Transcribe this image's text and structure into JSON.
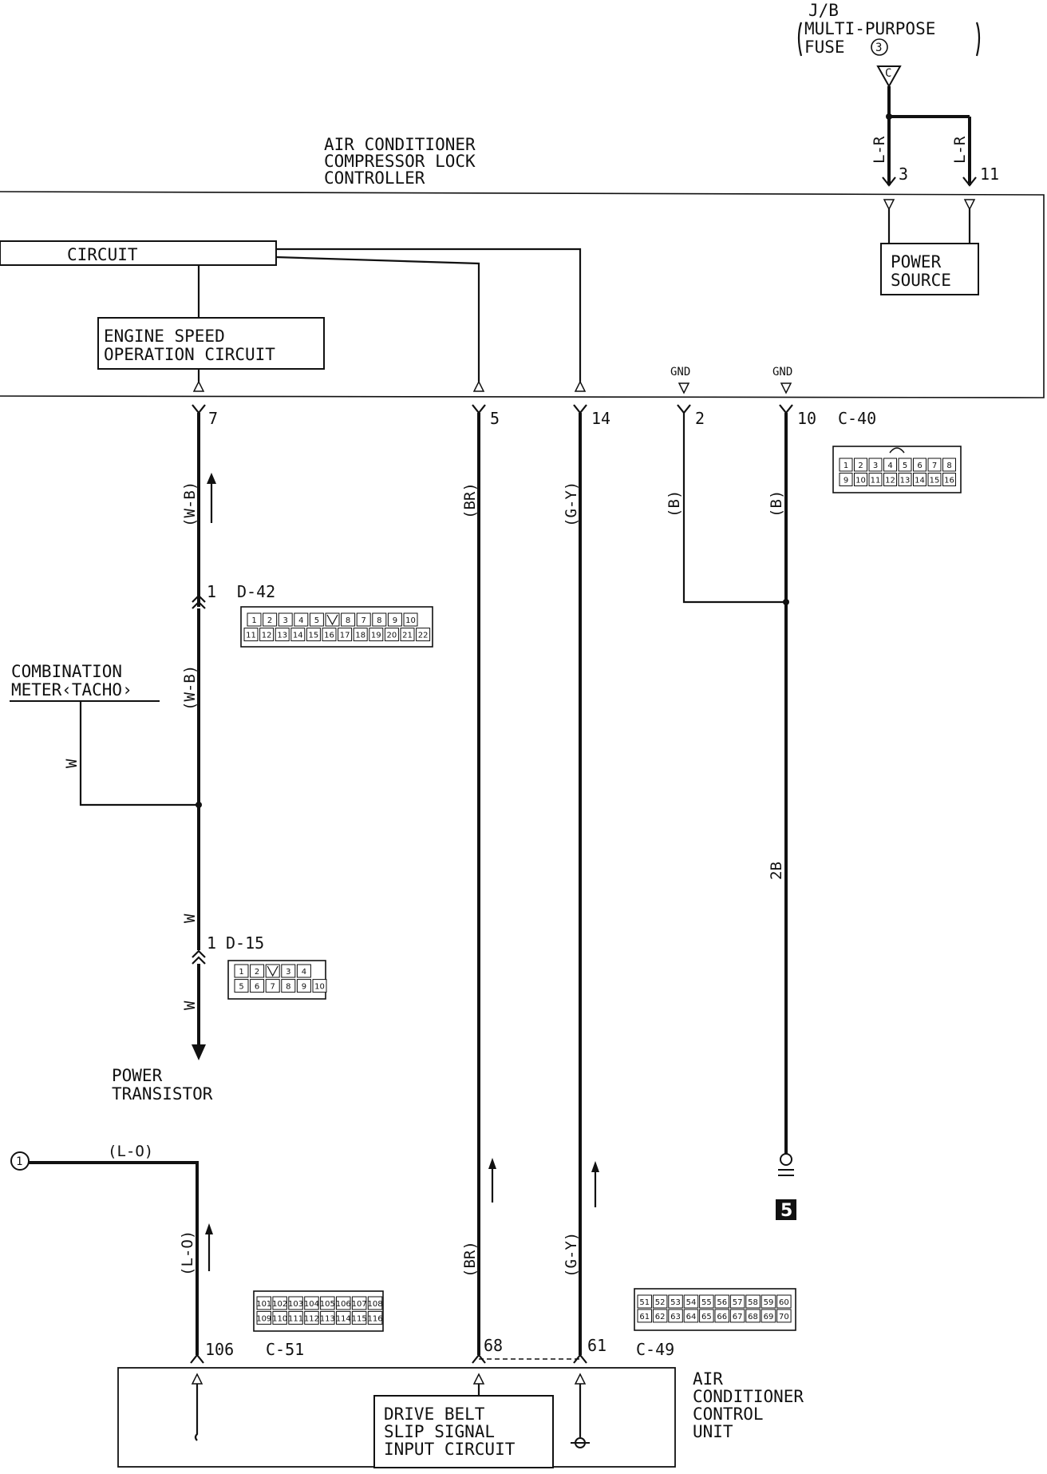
{
  "fuse": {
    "line1": "J/B",
    "line2": "MULTI-PURPOSE",
    "line3": "FUSE",
    "fuse_number": "3",
    "connector_letter": "C"
  },
  "compressor_controller": {
    "title_line1": "AIR CONDITIONER",
    "title_line2": "COMPRESSOR LOCK",
    "title_line3": "CONTROLLER",
    "circuit_label": "CIRCUIT",
    "power_source_line1": "POWER",
    "power_source_line2": "SOURCE",
    "engine_speed_line1": "ENGINE SPEED",
    "engine_speed_line2": "OPERATION CIRCUIT",
    "gnd_label": "GND"
  },
  "wires": {
    "fuse_left": "L-R",
    "fuse_right": "L-R",
    "pin7_upper": "(W-B)",
    "pin7_mid": "(W-B)",
    "combination_branch": "W",
    "pin7_lower_1": "W",
    "pin7_lower_2": "W",
    "pin5_upper": "(BR)",
    "pin14_upper": "(G-Y)",
    "pin2": "(B)",
    "pin10": "(B)",
    "ground_lead": "2B",
    "lo_horizontal": "(L-O)",
    "lo_vertical": "(L-O)",
    "br_lower": "(BR)",
    "gy_lower": "(G-Y)"
  },
  "pins": {
    "fuse_pin_3": "3",
    "fuse_pin_11": "11",
    "p7": "7",
    "p5": "5",
    "p14": "14",
    "p2": "2",
    "p10": "10",
    "d42_pin": "1",
    "d15_pin": "1",
    "p106": "106",
    "p68": "68",
    "p61": "61"
  },
  "connectors": {
    "c40": "C-40",
    "d42": "D-42",
    "d15": "D-15",
    "c51": "C-51",
    "c49": "C-49",
    "c40_row1": [
      "1",
      "2",
      "3",
      "4",
      "5",
      "6",
      "7",
      "8"
    ],
    "c40_row2": [
      "9",
      "10",
      "11",
      "12",
      "13",
      "14",
      "15",
      "16"
    ],
    "d42_row1": [
      "1",
      "2",
      "3",
      "4",
      "5",
      "",
      "8",
      "7",
      "8",
      "9",
      "10"
    ],
    "d42_row2": [
      "11",
      "12",
      "13",
      "14",
      "15",
      "16",
      "17",
      "18",
      "19",
      "20",
      "21",
      "22"
    ],
    "d15_row1": [
      "1",
      "2",
      "",
      "3",
      "4"
    ],
    "d15_row2": [
      "5",
      "6",
      "7",
      "8",
      "9",
      "10"
    ],
    "c51_row1": [
      "101",
      "102",
      "103",
      "104",
      "105",
      "106",
      "107",
      "108"
    ],
    "c51_row2": [
      "109",
      "110",
      "111",
      "112",
      "113",
      "114",
      "115",
      "116"
    ],
    "c49_row1": [
      "51",
      "52",
      "53",
      "54",
      "55",
      "56",
      "57",
      "58",
      "59",
      "60"
    ],
    "c49_row2": [
      "61",
      "62",
      "63",
      "64",
      "65",
      "66",
      "67",
      "68",
      "69",
      "70"
    ]
  },
  "components": {
    "combination_meter_line1": "COMBINATION",
    "combination_meter_line2": "METER‹TACHO›",
    "power_transistor_line1": "POWER",
    "power_transistor_line2": "TRANSISTOR",
    "ground_number": "5",
    "ref_circle": "1"
  },
  "control_unit": {
    "title_line1": "AIR",
    "title_line2": "CONDITIONER",
    "title_line3": "CONTROL",
    "title_line4": "UNIT",
    "drive_belt_line1": "DRIVE BELT",
    "drive_belt_line2": "SLIP SIGNAL",
    "drive_belt_line3": "INPUT CIRCUIT"
  }
}
